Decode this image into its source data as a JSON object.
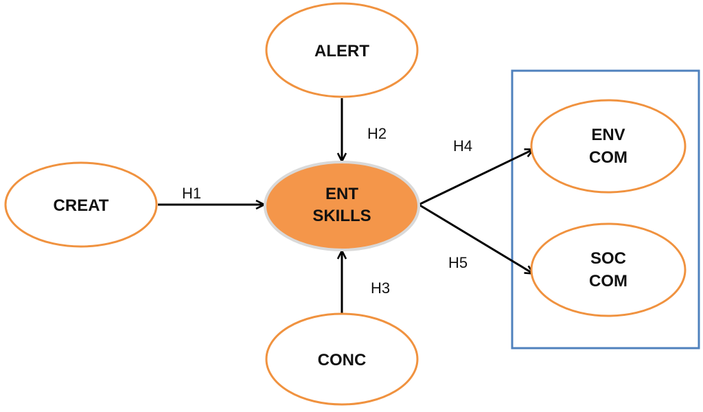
{
  "colors": {
    "node_stroke": "#F0923F",
    "node_fill": "#ffffff",
    "center_fill": "#F4964A",
    "center_stroke": "#D9D9D9",
    "arrow": "#000000",
    "group_border": "#4F81BD"
  },
  "nodes": {
    "alert": {
      "label": "ALERT"
    },
    "creat": {
      "label": "CREAT"
    },
    "ent_skills": {
      "label_line1": "ENT",
      "label_line2": "SKILLS"
    },
    "conc": {
      "label": "CONC"
    },
    "env_com": {
      "label_line1": "ENV",
      "label_line2": "COM"
    },
    "soc_com": {
      "label_line1": "SOC",
      "label_line2": "COM"
    }
  },
  "edges": {
    "h1": {
      "label": "H1",
      "from": "CREAT",
      "to": "ENT SKILLS"
    },
    "h2": {
      "label": "H2",
      "from": "ALERT",
      "to": "ENT SKILLS"
    },
    "h3": {
      "label": "H3",
      "from": "CONC",
      "to": "ENT SKILLS"
    },
    "h4": {
      "label": "H4",
      "from": "ENT SKILLS",
      "to": "ENV COM"
    },
    "h5": {
      "label": "H5",
      "from": "ENT SKILLS",
      "to": "SOC COM"
    }
  }
}
